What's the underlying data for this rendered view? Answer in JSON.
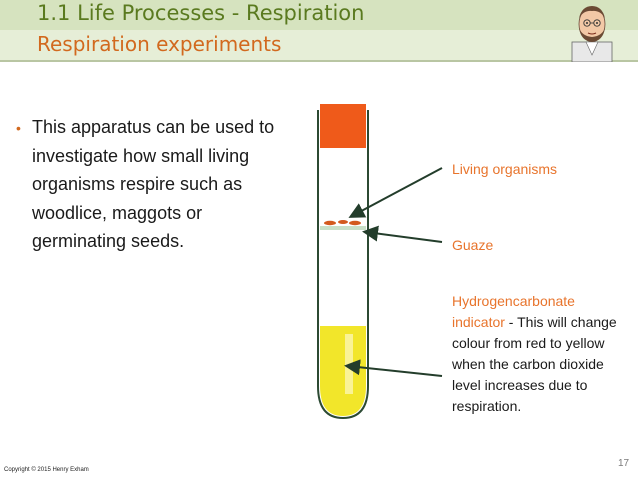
{
  "header": {
    "title": "1.1 Life Processes - Respiration",
    "subtitle": "Respiration experiments"
  },
  "body": {
    "bullet": "This apparatus can be used to investigate how small living organisms respire such as woodlice, maggots or germinating seeds."
  },
  "labels": {
    "living_organisms": "Living organisms",
    "gauze": "Guaze",
    "indicator_line1": "Hydrogencarbonate",
    "indicator_name": "indicator",
    "indicator_rest1": " - This will change",
    "indicator_line3": "colour from red to yellow",
    "indicator_line4": "when the carbon dioxide",
    "indicator_line5": "level increases due to",
    "indicator_line6": "respiration."
  },
  "footer": {
    "copyright": "Copyright © 2015 Henry Exham",
    "page_number": "17"
  },
  "colors": {
    "title": "#5a7a1f",
    "subtitle": "#d2691e",
    "label_orange": "#e8742c",
    "bung": "#ef5a1a",
    "indicator": "#f2e62a"
  }
}
